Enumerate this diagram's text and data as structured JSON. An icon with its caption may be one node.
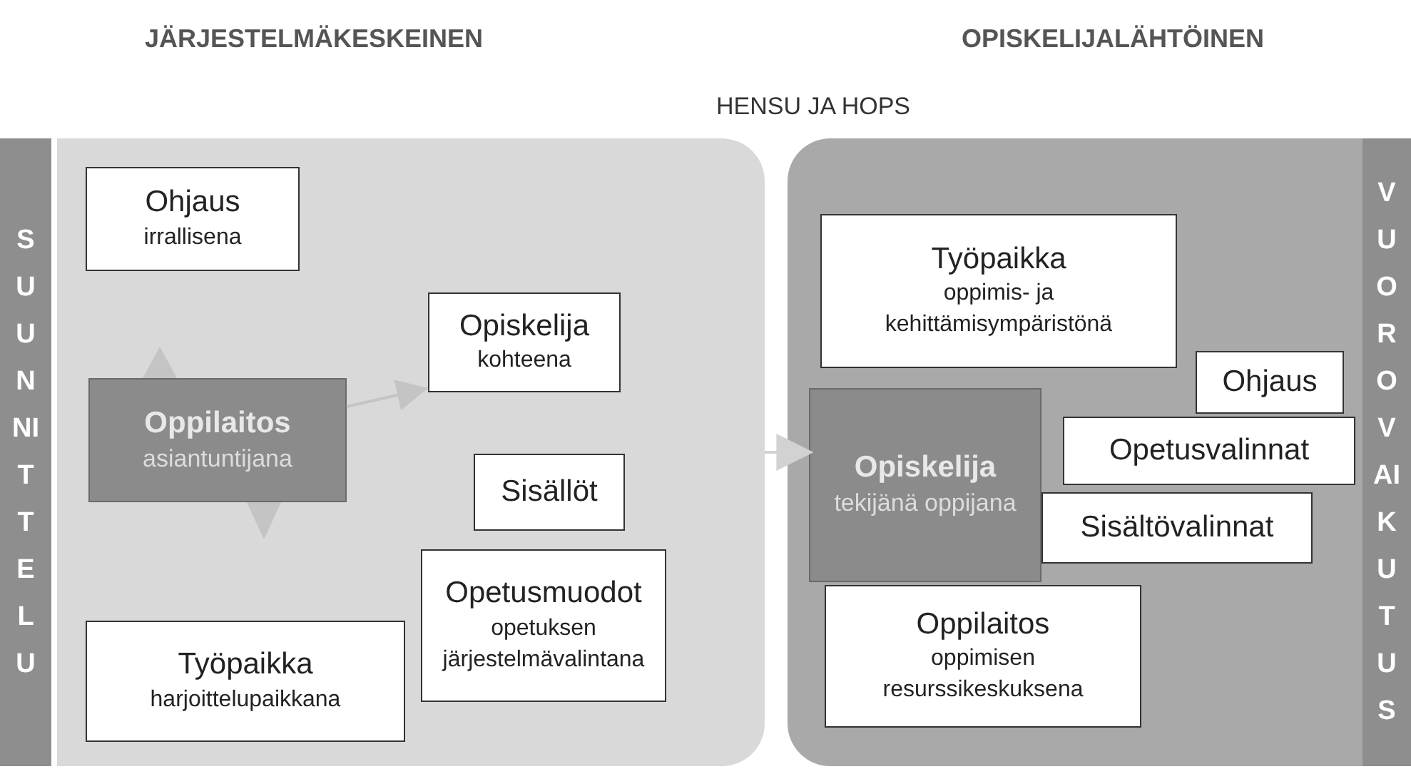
{
  "diagram": {
    "nodes": [
      {
        "text": [
          "SUUNNITTELU"
        ]
      },
      {
        "text": [
          "VUOROVAIKUTUS"
        ]
      },
      {
        "text": [],
        "shape": "box"
      },
      {
        "text": [
          "Ohjaus",
          "irrallisena"
        ],
        "in": 2
      },
      {
        "text": [
          "Oppilaitos",
          "asiantuntijana"
        ],
        "in": 2
      },
      {
        "text": [
          "Opiskelija",
          "kohteena"
        ],
        "in": 2
      },
      {
        "text": [
          "Sisällöt"
        ],
        "in": 2
      },
      {
        "text": [
          "Opetusmuodot",
          "opetuksen järjestelmävalintana"
        ],
        "in": 2
      },
      {
        "text": [
          "Työpaikka",
          "harjoittelupaikkana"
        ],
        "in": 2
      },
      {
        "text": [],
        "shape": "box"
      },
      {
        "text": [
          "Työpaikka",
          "oppimis- ja kehittämisympäristönä"
        ],
        "in": 9
      },
      {
        "text": [
          "Ohjaus"
        ],
        "in": 9
      },
      {
        "text": [
          "Opetusvalinnat"
        ],
        "in": 9
      },
      {
        "text": [
          "Opiskelija",
          "tekijänä oppijana"
        ],
        "in": 9
      },
      {
        "text": [
          "Sisältövalinnat"
        ],
        "in": 9
      },
      {
        "text": [
          "Oppilaitos",
          "oppimisen resurssikeskuksena"
        ],
        "in": 9
      }
    ],
    "edges": [
      {
        "from": 4,
        "to": 5,
        "arrow": "to",
        "color": "#c4c4c4"
      },
      {
        "from": 2,
        "to": 9,
        "arrow": "to",
        "color": "#d2d2d2"
      }
    ],
    "labels": [
      "JÄRJESTELMÄKESKEINEN",
      "OPISKELIJALÄHTÖINEN",
      "HENSU JA HOPS"
    ]
  }
}
